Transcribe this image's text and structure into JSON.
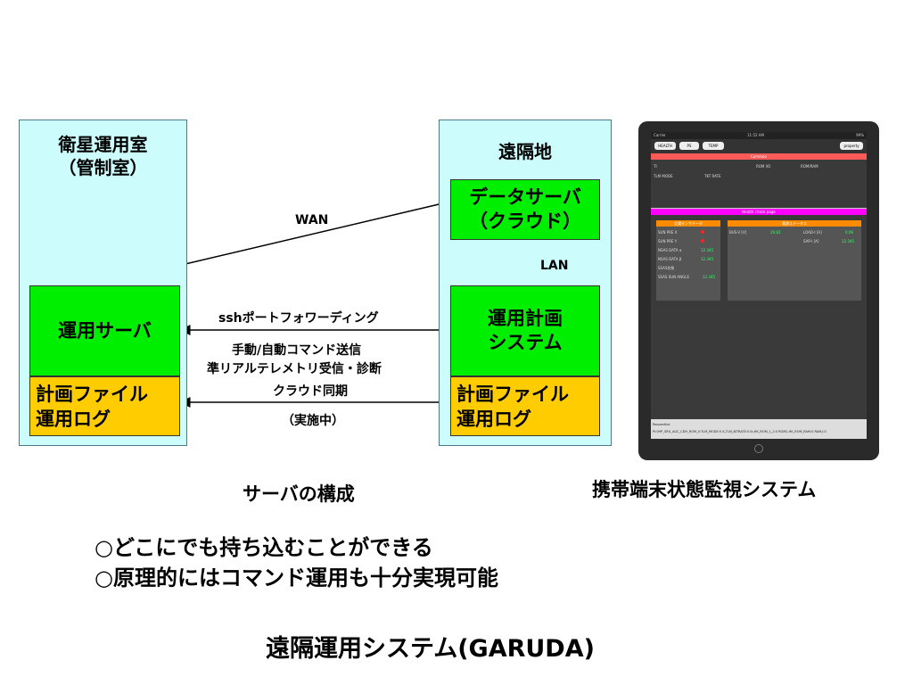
{
  "left_panel": {
    "title_line1": "衛星運用室",
    "title_line2": "（管制室）"
  },
  "right_panel": {
    "title": "遠隔地"
  },
  "boxes": {
    "ops_server": "運用サーバ",
    "left_file_log": "計画ファイル\n運用ログ",
    "data_server": "データサーバ\n（クラウド）",
    "planning_system": "運用計画\nシステム",
    "right_file_log": "計画ファイル\n運用ログ"
  },
  "links": {
    "wan": "WAN",
    "lan": "LAN",
    "ssh": "sshポートフォワーディング",
    "cmd": "手動/自動コマンド送信",
    "telemetry": "準リアルテレメトリ受信・診断",
    "cloud_sync": "クラウド同期",
    "in_progress": "（実施中）"
  },
  "captions": {
    "server_config": "サーバの構成",
    "mobile_monitor": "携帯端末状態監視システム"
  },
  "bullets": [
    "○どこにでも持ち込むことができる",
    "○原理的にはコマンド運用も十分実現可能"
  ],
  "main_title": "遠隔運用システム(GARUDA)",
  "tablet": {
    "status_left": "Carrier",
    "status_time": "11:52 AM",
    "status_right": "99%",
    "tabs": [
      "HEALTH",
      "PS",
      "TEMP"
    ],
    "property_button": "property",
    "common_header": "Common",
    "ti_label": "TI",
    "rom_label": "ROM I/O",
    "romram_label": "ROM/RAM",
    "tlm_mode_label": "TLM MODE",
    "tlm_rate_label": "TKT RATE",
    "health_header": "Health check page",
    "sun_sensor_header": "太陽センサデータ",
    "power_header": "電源ステータス",
    "sun_pre_x": "SUN PRE X",
    "sun_pre_y": "SUN PRE Y",
    "nsas_a": "NSAS DATA α",
    "nsas_a_val": "12.345",
    "nsas_b": "NSAS DATA β",
    "nsas_b_val": "12.345",
    "ssas": "SSAS状態",
    "ssas_angle": "SSAS SUN ANGLE",
    "ssas_angle_val": "12.345",
    "bus_v": "BUS-V [V]",
    "bus_v_val": "29.83",
    "load_i": "LOAD-I [A]",
    "load_i_val": "0.09",
    "sap_i": "SAP-I [A]",
    "sap_i_val": "12.345",
    "footer_label": "Requestlist",
    "footer_text": "PI:0HP_SRU_AGC_CDH_ROM_0:TLM_MODE:0 A,TLM_BITRATE:0 lb,HK_ROM_1_2:0 ROM2,HK_ROM_RAM:0 RAM,LO"
  }
}
